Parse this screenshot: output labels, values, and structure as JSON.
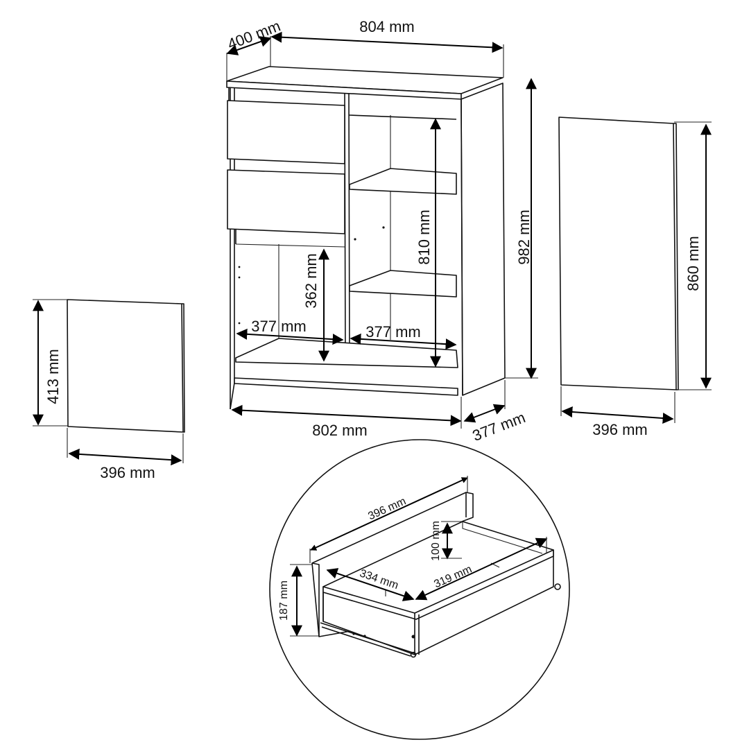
{
  "labels": {
    "top_depth": "400 mm",
    "top_width": "804 mm",
    "total_height": "982 mm",
    "inner_height": "810 mm",
    "open_height": "362 mm",
    "inner_width_left": "377 mm",
    "inner_width_right": "377 mm",
    "base_width": "802 mm",
    "base_depth": "377 mm",
    "door_height": "860 mm",
    "door_width": "396 mm",
    "front_height": "413 mm",
    "front_width": "396 mm",
    "drawer_front_width": "396 mm",
    "drawer_front_height": "187 mm",
    "drawer_box_height": "100 mm",
    "drawer_box_width": "334 mm",
    "drawer_box_depth": "319 mm"
  }
}
